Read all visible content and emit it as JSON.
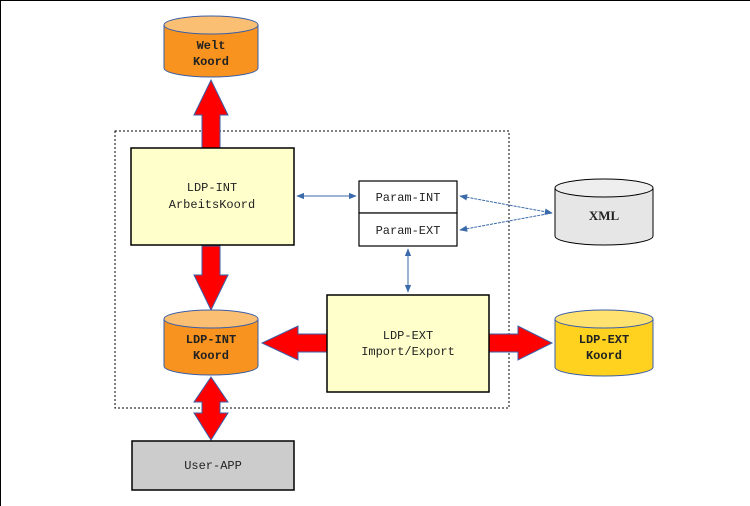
{
  "diagram": {
    "nodes": {
      "welt_koord": {
        "line1": "Welt",
        "line2": "Koord",
        "shape": "cylinder",
        "color": "#f7931e"
      },
      "ldp_int_arbeits": {
        "line1": "LDP-INT",
        "line2": "ArbeitsKoord",
        "shape": "box",
        "color": "#ffffcc"
      },
      "param_int": {
        "label": "Param-INT",
        "shape": "box",
        "color": "#ffffff"
      },
      "param_ext": {
        "label": "Param-EXT",
        "shape": "box",
        "color": "#ffffff"
      },
      "xml": {
        "label": "XML",
        "shape": "cylinder",
        "color": "#e6e6e6"
      },
      "ldp_int_koord": {
        "line1": "LDP-INT",
        "line2": "Koord",
        "shape": "cylinder",
        "color": "#f7931e"
      },
      "ldp_ext_import": {
        "line1": "LDP-EXT",
        "line2": "Import/Export",
        "shape": "box",
        "color": "#ffffcc"
      },
      "ldp_ext_koord": {
        "line1": "LDP-EXT",
        "line2": "Koord",
        "shape": "cylinder",
        "color": "#ffd21f"
      },
      "user_app": {
        "label": "User-APP",
        "shape": "box",
        "color": "#cccccc"
      }
    },
    "edges": [
      {
        "from": "ldp_int_arbeits",
        "to": "welt_koord",
        "style": "thick",
        "direction": "forward"
      },
      {
        "from": "ldp_int_arbeits",
        "to": "ldp_int_koord",
        "style": "thick",
        "direction": "forward"
      },
      {
        "from": "ldp_ext_import",
        "to": "ldp_int_koord",
        "style": "thick",
        "direction": "forward"
      },
      {
        "from": "ldp_ext_import",
        "to": "ldp_ext_koord",
        "style": "thick",
        "direction": "forward"
      },
      {
        "from": "ldp_int_koord",
        "to": "user_app",
        "style": "thick",
        "direction": "both"
      },
      {
        "from": "ldp_int_arbeits",
        "to": "param_int",
        "style": "thin",
        "direction": "both"
      },
      {
        "from": "param_ext",
        "to": "ldp_ext_import",
        "style": "thin",
        "direction": "both"
      },
      {
        "from": "xml",
        "to": "param_int",
        "style": "thin",
        "direction": "both"
      },
      {
        "from": "xml",
        "to": "param_ext",
        "style": "thin",
        "direction": "both"
      }
    ],
    "colors": {
      "thick_arrow": "#ff0000",
      "thick_arrow_outline": "#3b5ea8",
      "thin_arrow": "#3a6aaa",
      "group_border": "#000000"
    }
  }
}
